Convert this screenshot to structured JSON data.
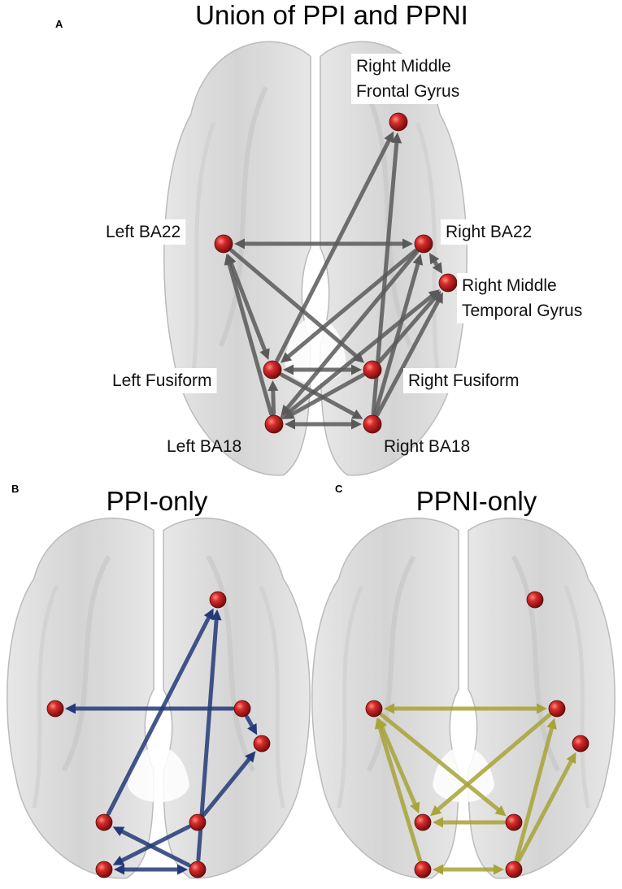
{
  "panels": [
    {
      "id": "A",
      "letter": "A",
      "title": "Union of PPI and PPNI",
      "edge_color": "#5a5a5a",
      "labels": {
        "rmfg": "Right Middle\nFrontal Gyrus",
        "lba22": "Left BA22",
        "rba22": "Right BA22",
        "rmtg": "Right Middle\nTemporal Gyrus",
        "lfus": "Left Fusiform",
        "rfus": "Right Fusiform",
        "lba18": "Left BA18",
        "rba18": "Right BA18"
      },
      "edges": [
        {
          "from": "lba22",
          "to": "rba22",
          "bidirectional": true
        },
        {
          "from": "lba18",
          "to": "rba18",
          "bidirectional": true
        },
        {
          "from": "lfus",
          "to": "rfus",
          "bidirectional": true
        },
        {
          "from": "rba22",
          "to": "rmtg",
          "bidirectional": true
        },
        {
          "from": "lba22",
          "to": "lfus",
          "bidirectional": true
        },
        {
          "from": "lba18",
          "to": "lba22",
          "bidirectional": false
        },
        {
          "from": "lba18",
          "to": "lfus",
          "bidirectional": false
        },
        {
          "from": "lfus",
          "to": "rmfg",
          "bidirectional": false
        },
        {
          "from": "rba18",
          "to": "rmfg",
          "bidirectional": false
        },
        {
          "from": "lba22",
          "to": "rfus",
          "bidirectional": false
        },
        {
          "from": "rba22",
          "to": "lfus",
          "bidirectional": false
        },
        {
          "from": "rba22",
          "to": "lba18",
          "bidirectional": false
        },
        {
          "from": "lfus",
          "to": "rba18",
          "bidirectional": false
        },
        {
          "from": "rfus",
          "to": "lba18",
          "bidirectional": false
        },
        {
          "from": "rba18",
          "to": "rba22",
          "bidirectional": false
        },
        {
          "from": "rba18",
          "to": "rmtg",
          "bidirectional": false
        },
        {
          "from": "rfus",
          "to": "rmtg",
          "bidirectional": false
        },
        {
          "from": "lba18",
          "to": "rmtg",
          "bidirectional": false
        }
      ]
    },
    {
      "id": "B",
      "letter": "B",
      "title": "PPI-only",
      "edge_color": "#243a78",
      "edges": [
        {
          "from": "rba22",
          "to": "lba22",
          "bidirectional": false
        },
        {
          "from": "lfus",
          "to": "rmfg",
          "bidirectional": false
        },
        {
          "from": "rba18",
          "to": "rmfg",
          "bidirectional": false
        },
        {
          "from": "rba22",
          "to": "rmtg",
          "bidirectional": false
        },
        {
          "from": "rfus",
          "to": "rmtg",
          "bidirectional": false
        },
        {
          "from": "lba18",
          "to": "rba18",
          "bidirectional": true
        },
        {
          "from": "rba18",
          "to": "lfus",
          "bidirectional": false
        },
        {
          "from": "rfus",
          "to": "lba18",
          "bidirectional": false
        }
      ]
    },
    {
      "id": "C",
      "letter": "C",
      "title": "PPNI-only",
      "edge_color": "#a8a438",
      "edges": [
        {
          "from": "lba22",
          "to": "rba22",
          "bidirectional": true
        },
        {
          "from": "lba18",
          "to": "rba18",
          "bidirectional": true
        },
        {
          "from": "lba22",
          "to": "lfus",
          "bidirectional": true
        },
        {
          "from": "lba18",
          "to": "lba22",
          "bidirectional": false
        },
        {
          "from": "rba22",
          "to": "lfus",
          "bidirectional": false
        },
        {
          "from": "lba22",
          "to": "rfus",
          "bidirectional": false
        },
        {
          "from": "rba18",
          "to": "rba22",
          "bidirectional": false
        },
        {
          "from": "rba18",
          "to": "rmtg",
          "bidirectional": false
        },
        {
          "from": "rfus",
          "to": "lfus",
          "bidirectional": false
        }
      ]
    }
  ],
  "colors": {
    "node": "#c81e1e",
    "brain_fill": "#d8d8d8",
    "brain_stroke": "#b8b8b8"
  }
}
